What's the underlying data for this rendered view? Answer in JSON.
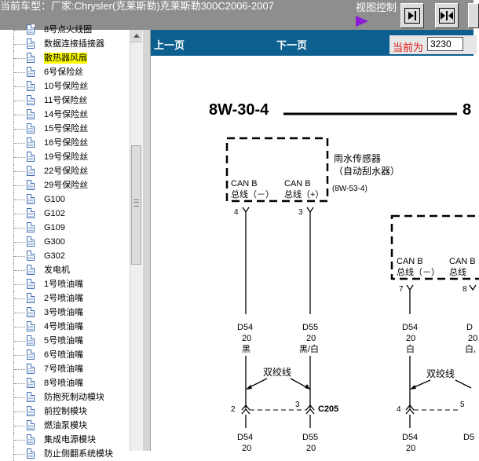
{
  "header": {
    "title": "当前车型：厂家:Chrysler(克莱斯勒)克莱斯勒300C2006-2007",
    "view_control_label": "视图控制"
  },
  "tree": {
    "items": [
      {
        "label": "8号点火线圈"
      },
      {
        "label": "数据连接插接器"
      },
      {
        "label": "散热器风扇",
        "selected": true
      },
      {
        "label": "6号保险丝"
      },
      {
        "label": "10号保险丝"
      },
      {
        "label": "11号保险丝"
      },
      {
        "label": "14号保险丝"
      },
      {
        "label": "15号保险丝"
      },
      {
        "label": "16号保险丝"
      },
      {
        "label": "19号保险丝"
      },
      {
        "label": "22号保险丝"
      },
      {
        "label": "29号保险丝"
      },
      {
        "label": "G100"
      },
      {
        "label": "G102"
      },
      {
        "label": "G109"
      },
      {
        "label": "G300"
      },
      {
        "label": "G302"
      },
      {
        "label": "发电机"
      },
      {
        "label": "1号喷油嘴"
      },
      {
        "label": "2号喷油嘴"
      },
      {
        "label": "3号喷油嘴"
      },
      {
        "label": "4号喷油嘴"
      },
      {
        "label": "5号喷油嘴"
      },
      {
        "label": "6号喷油嘴"
      },
      {
        "label": "7号喷油嘴"
      },
      {
        "label": "8号喷油嘴"
      },
      {
        "label": "防抱死制动模块"
      },
      {
        "label": "前控制模块"
      },
      {
        "label": "燃油泵模块"
      },
      {
        "label": "集成电源模块"
      },
      {
        "label": "防止侧翻系统模块"
      }
    ]
  },
  "navbar": {
    "prev_label": "上一页",
    "next_label": "下一页",
    "current_label": "当前为",
    "current_value": "3230"
  },
  "diagram": {
    "page_code": "8W-30-4",
    "page_code_next": "8",
    "rain_sensor_name": "雨水传感器",
    "rain_sensor_sub": "（自动刮水器）",
    "rain_sensor_ref": "(8W-53-4)",
    "can_b": "CAN B",
    "bus_minus": "总线（－）",
    "bus_plus": "总线（+）",
    "bus_minus_2": "总线（－）",
    "bus_cut": "总线",
    "pin_4": "4",
    "pin_3": "3",
    "pin_7": "7",
    "pin_8": "8",
    "wire_d54": "D54",
    "wire_d55": "D55",
    "gauge_20": "20",
    "color_black": "黑",
    "color_black_white": "黑/白",
    "color_white": "白",
    "color_white_partial": "白,",
    "twisted_pair": "双绞线",
    "conn_pin_2": "2",
    "conn_pin_3": "3",
    "conn_pin_4": "4",
    "conn_pin_5": "5",
    "connector_c205": "C205",
    "cut_d5": "D5",
    "cut_d": "D",
    "cut_20": "20"
  }
}
